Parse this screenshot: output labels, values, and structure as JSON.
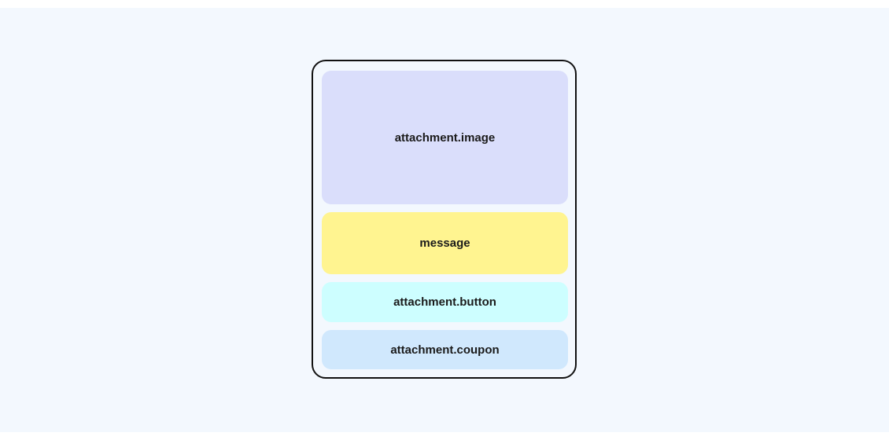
{
  "diagram": {
    "blocks": [
      {
        "label": "attachment.image",
        "color": "#dadefb"
      },
      {
        "label": "message",
        "color": "#fff490"
      },
      {
        "label": "attachment.button",
        "color": "#cdfeff"
      },
      {
        "label": "attachment.coupon",
        "color": "#d0e8fd"
      }
    ]
  }
}
